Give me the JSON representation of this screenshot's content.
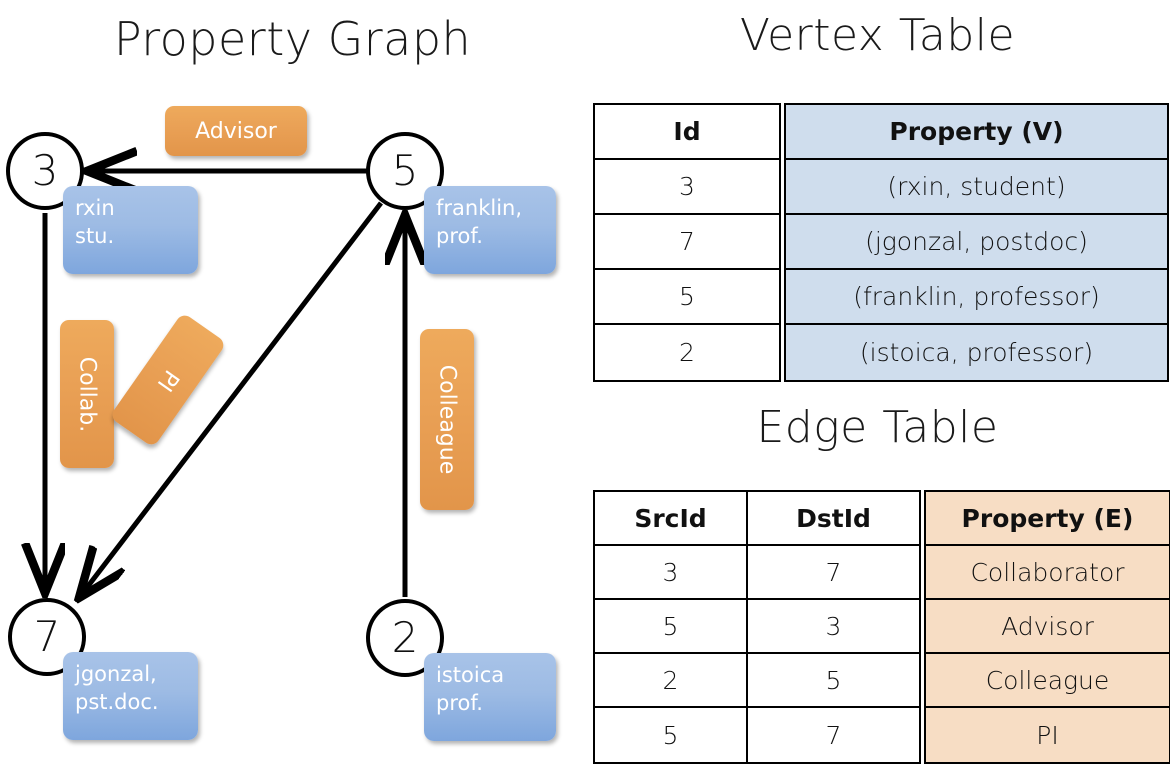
{
  "titles": {
    "property_graph": "Property Graph",
    "vertex_table": "Vertex Table",
    "edge_table": "Edge Table"
  },
  "graph": {
    "nodes": [
      {
        "id": "3",
        "label": "3",
        "property_line1": "rxin",
        "property_line2": "stu."
      },
      {
        "id": "5",
        "label": "5",
        "property_line1": "franklin,",
        "property_line2": "prof."
      },
      {
        "id": "7",
        "label": "7",
        "property_line1": "jgonzal,",
        "property_line2": "pst.doc."
      },
      {
        "id": "2",
        "label": "2",
        "property_line1": "istoica",
        "property_line2": "prof."
      }
    ],
    "edge_labels": [
      {
        "name": "advisor",
        "text": "Advisor"
      },
      {
        "name": "collab",
        "text": "Collab."
      },
      {
        "name": "pi",
        "text": "PI"
      },
      {
        "name": "colleague",
        "text": "Colleague"
      }
    ],
    "edges": [
      {
        "from": "5",
        "to": "3",
        "label": "Advisor"
      },
      {
        "from": "3",
        "to": "7",
        "label": "Collab."
      },
      {
        "from": "5",
        "to": "7",
        "label": "PI"
      },
      {
        "from": "2",
        "to": "5",
        "label": "Colleague"
      }
    ]
  },
  "vertex_table": {
    "headers": [
      "Id",
      "Property (V)"
    ],
    "rows": [
      {
        "id": "3",
        "property": "(rxin, student)"
      },
      {
        "id": "7",
        "property": "(jgonzal, postdoc)"
      },
      {
        "id": "5",
        "property": "(franklin, professor)"
      },
      {
        "id": "2",
        "property": "(istoica, professor)"
      }
    ]
  },
  "edge_table": {
    "headers": [
      "SrcId",
      "DstId",
      "Property (E)"
    ],
    "rows": [
      {
        "src": "3",
        "dst": "7",
        "property": "Collaborator"
      },
      {
        "src": "5",
        "dst": "3",
        "property": "Advisor"
      },
      {
        "src": "2",
        "dst": "5",
        "property": "Colleague"
      },
      {
        "src": "5",
        "dst": "7",
        "property": "PI"
      }
    ]
  },
  "colors": {
    "vertex_property_fill": "#cfdded",
    "edge_property_fill": "#f7ddc4",
    "node_property_box": "#9dbbe4",
    "edge_label_box": "#e9a055",
    "stroke": "#000000",
    "background": "#ffffff"
  }
}
